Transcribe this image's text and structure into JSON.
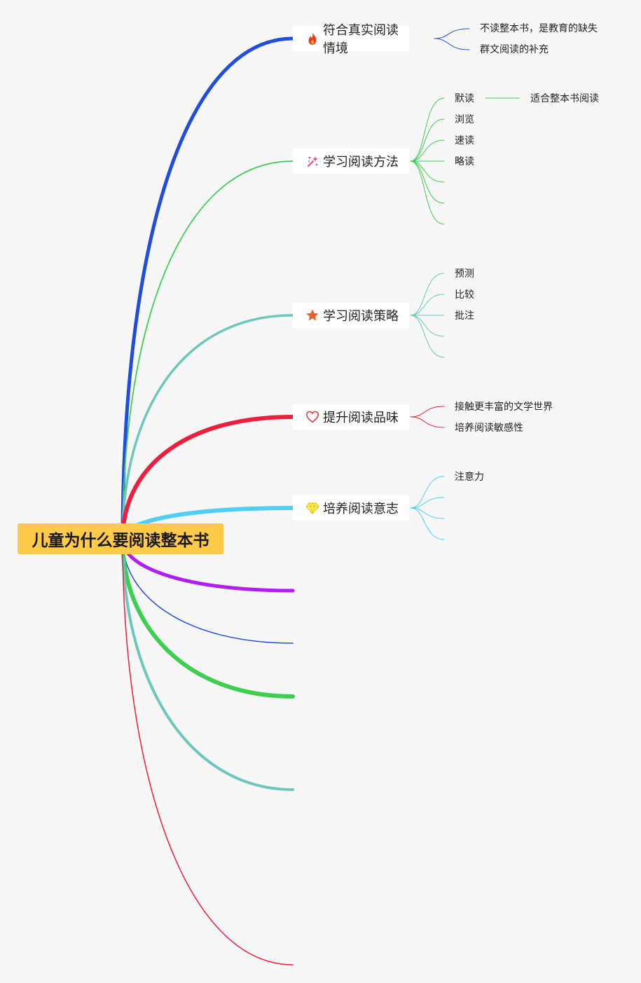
{
  "root": {
    "label": "儿童为什么要阅读整本书"
  },
  "branches": [
    {
      "label": "符合真实阅读情境",
      "icon": "fire-icon",
      "color": "#1f4de0",
      "children": [
        {
          "label": "不读整本书，是教育的缺失"
        },
        {
          "label": "群文阅读的补充"
        }
      ]
    },
    {
      "label": "学习阅读方法",
      "icon": "sparkle-wand-icon",
      "color": "#3ecf4f",
      "children": [
        {
          "label": "默读",
          "children": [
            {
              "label": "适合整本书阅读"
            }
          ]
        },
        {
          "label": "浏览"
        },
        {
          "label": "速读"
        },
        {
          "label": "略读"
        },
        {
          "label": ""
        },
        {
          "label": ""
        },
        {
          "label": ""
        }
      ]
    },
    {
      "label": "学习阅读策略",
      "icon": "star-icon",
      "color": "#6cc7bd",
      "children": [
        {
          "label": "预测"
        },
        {
          "label": "比较"
        },
        {
          "label": "批注"
        },
        {
          "label": ""
        },
        {
          "label": ""
        }
      ]
    },
    {
      "label": "提升阅读品味",
      "icon": "heart-icon",
      "color": "#ee1e3c",
      "children": [
        {
          "label": "接触更丰富的文学世界"
        },
        {
          "label": "培养阅读敏感性"
        }
      ]
    },
    {
      "label": "培养阅读意志",
      "icon": "diamond-icon",
      "color": "#4fcff7",
      "children": [
        {
          "label": "注意力"
        },
        {
          "label": ""
        },
        {
          "label": ""
        },
        {
          "label": ""
        }
      ]
    }
  ],
  "empty_branches": [
    {
      "color": "#b21ef0"
    },
    {
      "color": "#1f4de0"
    },
    {
      "color": "#3ecf4f"
    },
    {
      "color": "#6cc7bd"
    },
    {
      "color": "#ee1e3c"
    }
  ]
}
